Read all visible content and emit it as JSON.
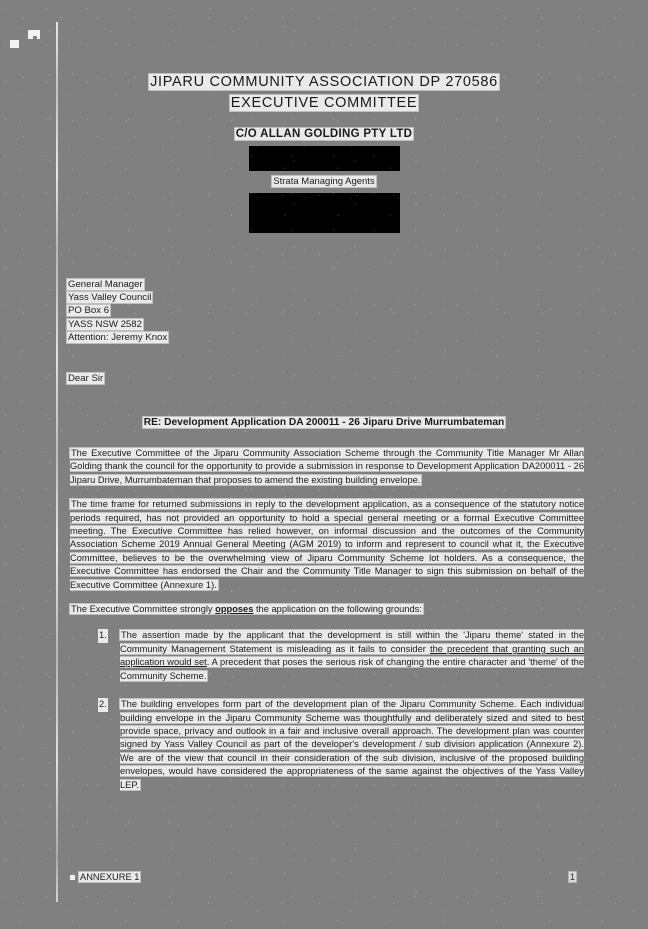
{
  "document": {
    "background_color": "#808080",
    "text_color": "#1a1a1a",
    "redaction_color": "#000000"
  },
  "header": {
    "title_line1": "JIPARU COMMUNITY ASSOCIATION DP 270586",
    "title_line2": "EXECUTIVE COMMITTEE",
    "care_of": "C/O ALLAN GOLDING PTY LTD",
    "agent_role": "Strata Managing Agents",
    "redaction_1_label": "redacted-address-block",
    "redaction_2_label": "redacted-contact-block"
  },
  "addressee": {
    "line1": "General Manager",
    "line2": "Yass Valley Council",
    "line3": "PO Box 6",
    "line4": "YASS  NSW  2582",
    "line5": "Attention:  Jeremy Knox"
  },
  "salutation": "Dear Sir",
  "subject": "RE:  Development Application DA 200011 - 26 Jiparu Drive Murrumbateman",
  "body": {
    "paragraph_1": "The Executive Committee of the Jiparu Community Association Scheme through the Community Title Manager Mr Allan Golding thank the council for the opportunity to provide a submission in response to Development Application DA200011 - 26 Jiparu Drive, Murrumbateman that proposes to amend the existing building envelope.",
    "paragraph_2": "The time frame for returned submissions in reply to the development application, as a consequence of the statutory notice periods required, has not provided an opportunity to hold a special general meeting or a formal Executive Committee meeting. The Executive Committee has relied however, on informal discussion and the outcomes of the Community Association Scheme 2019 Annual General Meeting (AGM 2019) to inform and represent to council what it, the Executive Committee, believes to be the overwhelming view of Jiparu Community Scheme lot holders. As a consequence, the Executive Committee has endorsed the Chair and the Community Title Manager to sign this submission on behalf of the Executive Committee (Annexure 1).",
    "opposition_prefix": "The Executive Committee strongly ",
    "opposition_emphasis": "opposes",
    "opposition_suffix": " the application on the following grounds:"
  },
  "grounds": [
    {
      "number": "1.",
      "part_1": "The assertion made by the applicant that the development is still within the 'Jiparu theme' stated in the Community Management Statement is misleading as it fails to consider ",
      "underlined": "the precedent that granting such an application would set",
      "part_2": ". A precedent that poses the serious risk of changing the entire character and 'theme' of the Community Scheme."
    },
    {
      "number": "2.",
      "part_1": "The building envelopes form part of the development plan of the Jiparu Community Scheme. Each individual building envelope in the Jiparu Community Scheme was thoughtfully and deliberately sized and sited to best provide space, privacy and outlook in a fair and inclusive overall approach. The development plan was counter signed by Yass Valley Council as part of the developer's development / sub division application (Annexure 2). We are of the view that council in their consideration of the sub division, inclusive of the proposed building envelopes, would have considered the appropriateness of the same against the objectives of the Yass Valley LEP.",
      "underlined": "",
      "part_2": ""
    }
  ],
  "footer": {
    "annexure_label": "ANNEXURE 1",
    "page_number": "1"
  }
}
